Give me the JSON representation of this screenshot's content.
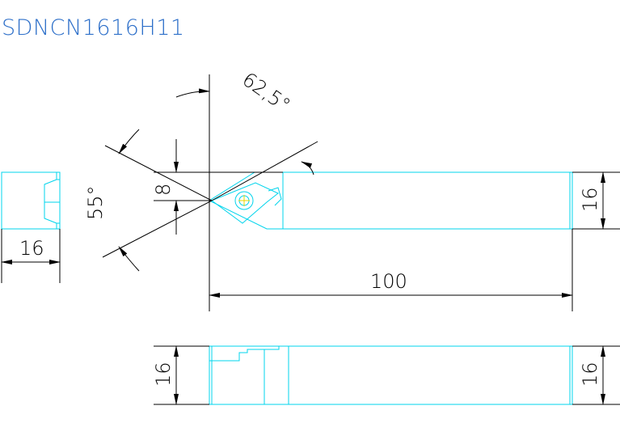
{
  "title": "SDNCN1616H11",
  "colors": {
    "title": "#2d6fc9",
    "geometry": "#00d4ec",
    "dimension": "#000000",
    "center_mark": "#e8d800"
  },
  "dimensions": {
    "approach_angle": "62,5°",
    "insert_angle": "55°",
    "offset": "8",
    "shank_width_side": "16",
    "shank_height_top": "16",
    "shank_height_bottom_left": "16",
    "shank_height_bottom_right": "16",
    "length": "100"
  }
}
